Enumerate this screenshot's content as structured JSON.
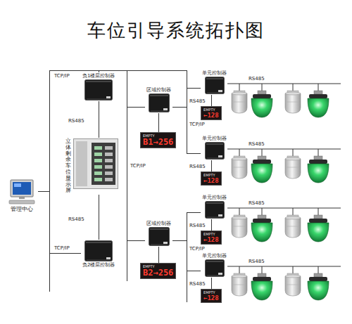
{
  "diagram": {
    "title": "车位引导系统拓扑图",
    "nodes": [
      {
        "text": [
          "负1楼层控制器"
        ]
      },
      {
        "text": [
          "立体剩余车位显示屏"
        ]
      },
      {
        "text": [
          "负2楼层控制器"
        ]
      },
      {
        "text": [
          "管理中心"
        ]
      },
      {
        "text": [
          "区域控制器"
        ]
      },
      {
        "text": [
          "EMPTY",
          "B1→256"
        ]
      },
      {
        "text": [
          "区域控制器"
        ]
      },
      {
        "text": [
          "EMPTY",
          "B2→256"
        ]
      },
      {
        "text": [
          "单元控制器"
        ]
      },
      {
        "text": [
          "单元控制器"
        ]
      },
      {
        "text": [
          "单元控制器"
        ]
      },
      {
        "text": [
          "单元控制器"
        ]
      },
      {
        "text": [
          "EMPTY",
          "←128"
        ]
      },
      {
        "text": [
          "EMPTY",
          "←128"
        ]
      },
      {
        "text": [
          "EMPTY",
          "←128"
        ]
      },
      {
        "text": [
          "EMPTY",
          "←128"
        ]
      }
    ],
    "edges": [
      {
        "from": 3,
        "to": 0,
        "arrow": "none"
      },
      {
        "from": 3,
        "to": 2,
        "arrow": "none"
      },
      {
        "from": 0,
        "to": 1,
        "label": "RS485",
        "arrow": "none"
      },
      {
        "from": 1,
        "to": 2,
        "label": "RS485",
        "arrow": "none"
      },
      {
        "from": 3,
        "to": 4,
        "arrow": "none"
      },
      {
        "from": 3,
        "to": 6,
        "arrow": "none"
      },
      {
        "from": 4,
        "to": 5,
        "arrow": "none"
      },
      {
        "from": 6,
        "to": 7,
        "arrow": "none"
      },
      {
        "from": 4,
        "to": 8,
        "arrow": "none"
      },
      {
        "from": 4,
        "to": 9,
        "arrow": "none"
      },
      {
        "from": 6,
        "to": 10,
        "arrow": "none"
      },
      {
        "from": 6,
        "to": 11,
        "arrow": "none"
      },
      {
        "from": 8,
        "to": 12,
        "arrow": "none"
      },
      {
        "from": 9,
        "to": 13,
        "arrow": "none"
      },
      {
        "from": 10,
        "to": 14,
        "arrow": "none"
      },
      {
        "from": 11,
        "to": 15,
        "arrow": "none"
      }
    ],
    "labels": [
      "TCP/IP",
      "TCP/IP",
      "TCP/IP",
      "TCP/IP",
      "TCP/IP",
      "RS485",
      "RS485",
      "RS485",
      "RS485",
      "RS485",
      "RS485",
      "RS485",
      "RS485"
    ]
  }
}
